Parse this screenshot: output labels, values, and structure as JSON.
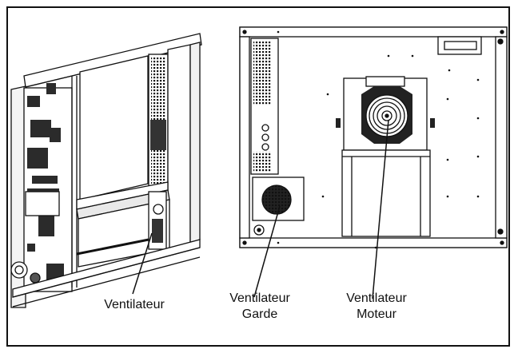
{
  "labels": {
    "ventilateur": "Ventilateur",
    "garde": {
      "line1": "Ventilateur",
      "line2": "Garde"
    },
    "moteur": {
      "line1": "Ventilateur",
      "line2": "Moteur"
    }
  }
}
